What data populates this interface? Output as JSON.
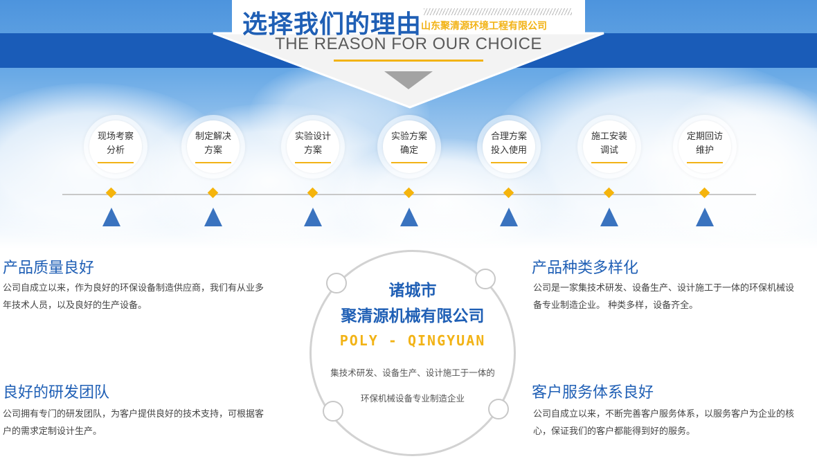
{
  "header": {
    "title_cn": "选择我们的理由",
    "company": "山东聚清源环境工程有限公司",
    "title_en": "THE REASON FOR OUR CHOICE"
  },
  "process_steps": [
    {
      "line1": "现场考察",
      "line2": "分析"
    },
    {
      "line1": "制定解决",
      "line2": "方案"
    },
    {
      "line1": "实验设计",
      "line2": "方案"
    },
    {
      "line1": "实验方案",
      "line2": "确定"
    },
    {
      "line1": "合理方案",
      "line2": "投入使用"
    },
    {
      "line1": "施工安装",
      "line2": "调试"
    },
    {
      "line1": "定期回访",
      "line2": "维护"
    }
  ],
  "features": {
    "quality": {
      "title": "产品质量良好",
      "desc_line1": "公司自成立以来，作为良好的环保设备制造供应商，我们有从业多",
      "desc_line2": "年技术人员，以及良好的生产设备。"
    },
    "variety": {
      "title": "产品种类多样化",
      "desc_line1": "公司是一家集技术研发、设备生产、设计施工于一体的环保机械设",
      "desc_line2": "备专业制造企业。 种类多样，设备齐全。"
    },
    "rnd": {
      "title": "良好的研发团队",
      "desc_line1": "公司拥有专门的研发团队，为客户提供良好的技术支持，可根据客",
      "desc_line2": "户的需求定制设计生产。"
    },
    "service": {
      "title": "客户服务体系良好",
      "desc_line1": "公司自成立以来，不断完善客户服务体系，以服务客户为企业的核",
      "desc_line2": "心，保证我们的客户都能得到好的服务。"
    }
  },
  "center": {
    "city": "诸城市",
    "company": "聚清源机械有限公司",
    "english": "POLY - QINGYUAN",
    "desc_line1": "集技术研发、设备生产、设计施工于一体的",
    "desc_line2": "环保机械设备专业制造企业"
  },
  "colors": {
    "brand_blue": "#1f5fb5",
    "band_blue": "#1a5cb8",
    "accent_gold": "#f2b316",
    "triangle_blue": "#3a73bf"
  }
}
